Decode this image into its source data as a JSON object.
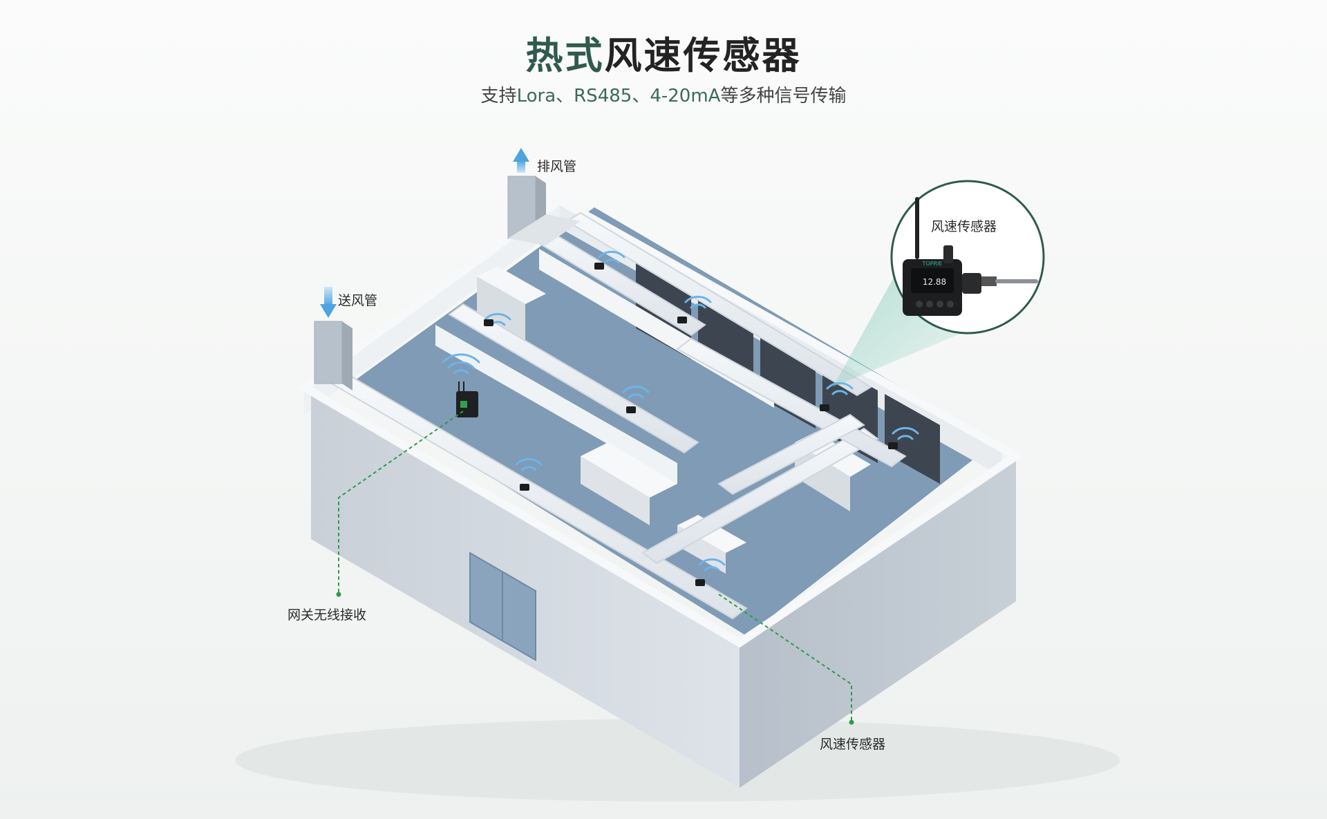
{
  "header": {
    "title_accent": "热式",
    "title_rest": "风速传感器",
    "subtitle_lead": "支持",
    "subtitle_accent": "Lora、RS485、4-20mA",
    "subtitle_rest": "等多种信号传输"
  },
  "labels": {
    "exhaust_duct": "排风管",
    "supply_duct": "送风管",
    "gateway": "网关无线接收",
    "sensor_bottom": "风速传感器",
    "sensor_callout": "风速传感器"
  },
  "device": {
    "brand": "TOPRIE",
    "display_value": "12.88"
  },
  "colors": {
    "title_accent": "#2f5a4e",
    "leader_line": "#2e9b46",
    "callout_ring": "#2f5a4e",
    "floor": "#7a98b2"
  },
  "icons": [
    "arrow-up-icon",
    "arrow-down-icon",
    "wifi-signal-icon",
    "sensor-device-icon",
    "gateway-device-icon"
  ]
}
